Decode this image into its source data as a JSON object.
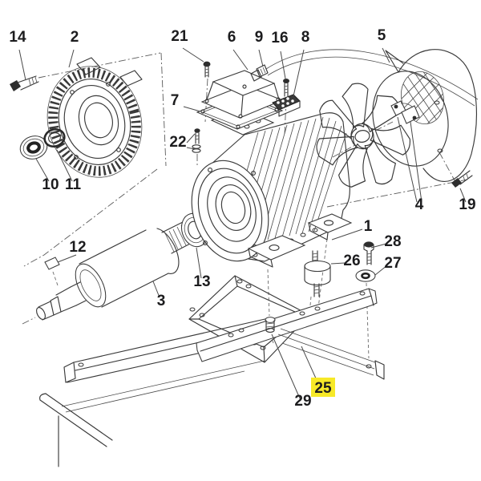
{
  "diagram": {
    "title": "Electric motor exploded parts diagram",
    "background": "#ffffff",
    "line_color": "#3a3a3a",
    "label_color": "#1c1c1e",
    "highlight_color": "#f7e928",
    "highlighted_callout": "25",
    "callouts": {
      "c1": {
        "label": "1"
      },
      "c2": {
        "label": "2"
      },
      "c3": {
        "label": "3"
      },
      "c4": {
        "label": "4"
      },
      "c5": {
        "label": "5"
      },
      "c6": {
        "label": "6"
      },
      "c7": {
        "label": "7"
      },
      "c8": {
        "label": "8"
      },
      "c9": {
        "label": "9"
      },
      "c10": {
        "label": "10"
      },
      "c11": {
        "label": "11"
      },
      "c12": {
        "label": "12"
      },
      "c13": {
        "label": "13"
      },
      "c14": {
        "label": "14"
      },
      "c16": {
        "label": "16"
      },
      "c19": {
        "label": "19"
      },
      "c21": {
        "label": "21"
      },
      "c22": {
        "label": "22"
      },
      "c25": {
        "label": "25"
      },
      "c26": {
        "label": "26"
      },
      "c27": {
        "label": "27"
      },
      "c28": {
        "label": "28"
      },
      "c29": {
        "label": "29"
      }
    }
  }
}
